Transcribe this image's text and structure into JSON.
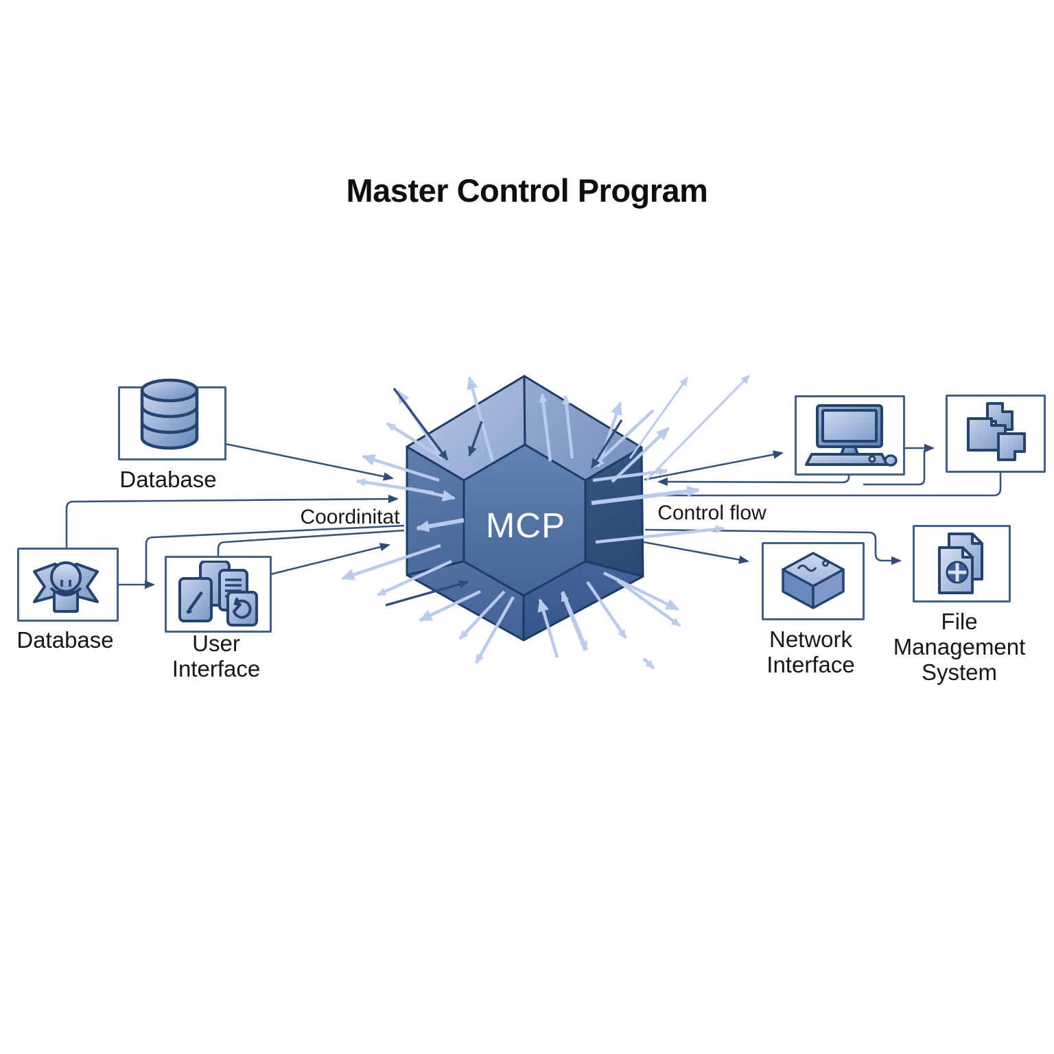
{
  "title": "Master Control Program",
  "center": {
    "label": "MCP"
  },
  "nodes": {
    "database_top": {
      "label": "Database",
      "icon": "database-cylinder-icon"
    },
    "database_left": {
      "label": "Database",
      "icon": "user-badge-icon"
    },
    "user_interface": {
      "label": "User Interface",
      "icon": "documents-pen-icon"
    },
    "workstation": {
      "label": "",
      "icon": "computer-icon"
    },
    "components": {
      "label": "",
      "icon": "stacked-components-icon"
    },
    "network_interface": {
      "label": "Network Interface",
      "icon": "network-cube-icon"
    },
    "file_management": {
      "label": "File Management System",
      "icon": "file-documents-icon"
    }
  },
  "edge_labels": {
    "coordination": "Coordinitat",
    "control_flow": "Control flow"
  },
  "colors": {
    "connector": "#36537f",
    "box_border": "#3f6093",
    "arrow_light": "#b9cbec",
    "arrow_dark": "#2e4c7c",
    "hexagon_dark_face": "#2f4d7c",
    "hexagon_light_face": "#aabedf",
    "text": "#161616"
  }
}
